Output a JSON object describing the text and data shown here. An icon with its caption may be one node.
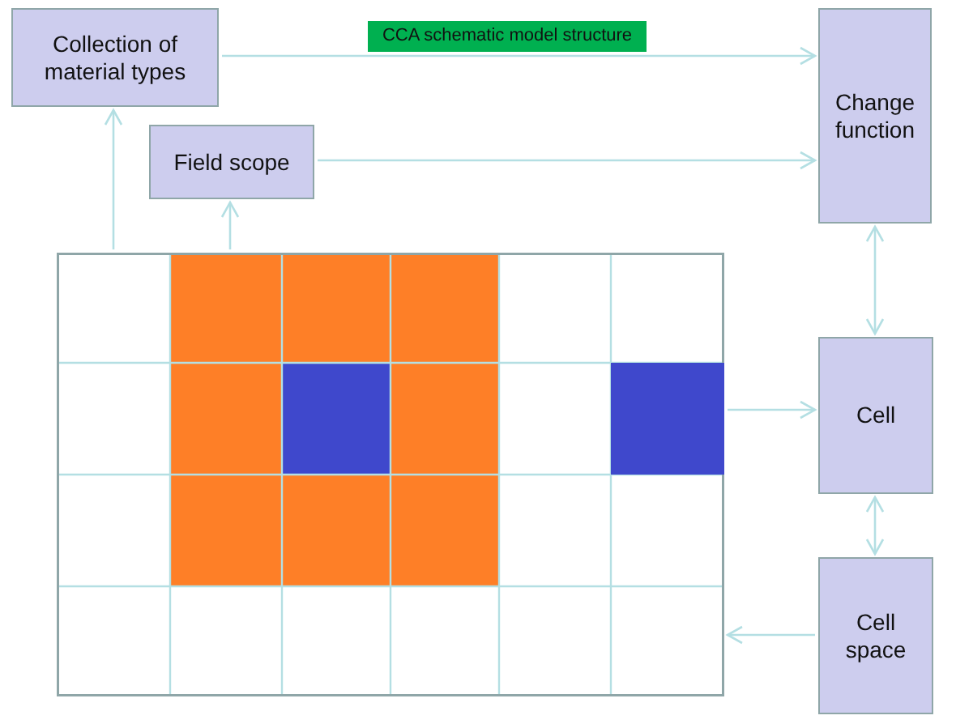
{
  "diagram": {
    "title": "CCA schematic model structure",
    "nodes": [
      {
        "text": [
          "Collection of material types"
        ]
      },
      {
        "text": [
          "Field scope"
        ]
      },
      {
        "text": [
          "Change function"
        ]
      },
      {
        "text": [
          "Cell"
        ]
      },
      {
        "text": [
          "Cell space"
        ]
      },
      {
        "text": [],
        "shape": "grid"
      },
      {
        "text": [],
        "shape": "box",
        "in": 5
      }
    ],
    "edges": [
      {
        "from": 0,
        "to": 2,
        "arrow": "to"
      },
      {
        "from": 1,
        "to": 2,
        "arrow": "to"
      },
      {
        "from": 5,
        "to": 0,
        "arrow": "to"
      },
      {
        "from": 5,
        "to": 1,
        "arrow": "to"
      },
      {
        "from": 2,
        "to": 3,
        "arrow": "both"
      },
      {
        "from": 6,
        "to": 3,
        "arrow": "to"
      },
      {
        "from": 3,
        "to": 4,
        "arrow": "both"
      },
      {
        "from": 4,
        "to": 5,
        "arrow": "to"
      }
    ]
  }
}
